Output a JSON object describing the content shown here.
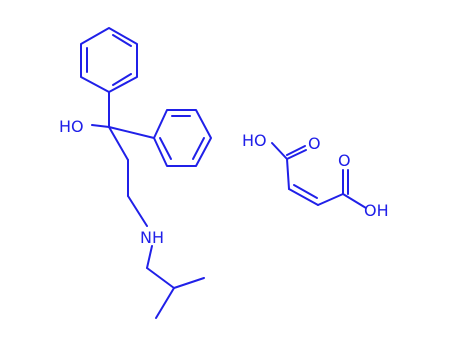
{
  "labels": {
    "hydroxyl": "HO",
    "amine": "NH",
    "acid_oh_top": "HO",
    "acid_o_top": "O",
    "acid_o_right": "O",
    "acid_oh_right": "OH"
  },
  "colors": {
    "ink": "#2020e8",
    "background": "#ffffff"
  }
}
